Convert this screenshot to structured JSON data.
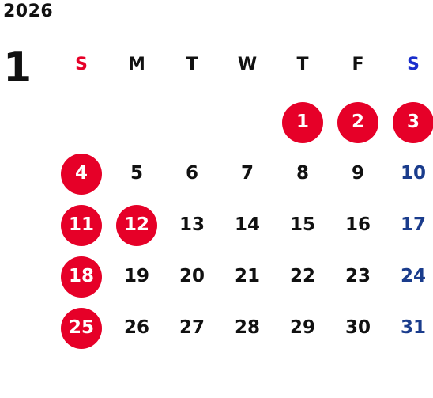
{
  "header": {
    "year": "2026",
    "month": "1"
  },
  "colors": {
    "holiday_circle": "#e60028",
    "sunday_header": "#e60028",
    "saturday_header": "#1a2ecc",
    "saturday_day": "#1a3c8c",
    "regular_text": "#111111"
  },
  "weekdays": [
    {
      "label": "S",
      "type": "sunday"
    },
    {
      "label": "M",
      "type": "weekday"
    },
    {
      "label": "T",
      "type": "weekday"
    },
    {
      "label": "W",
      "type": "weekday"
    },
    {
      "label": "T",
      "type": "weekday"
    },
    {
      "label": "F",
      "type": "weekday"
    },
    {
      "label": "S",
      "type": "saturday"
    }
  ],
  "weeks": [
    [
      {
        "day": "",
        "style": "empty"
      },
      {
        "day": "",
        "style": "empty"
      },
      {
        "day": "",
        "style": "empty"
      },
      {
        "day": "",
        "style": "empty"
      },
      {
        "day": "1",
        "style": "holiday"
      },
      {
        "day": "2",
        "style": "holiday"
      },
      {
        "day": "3",
        "style": "holiday"
      }
    ],
    [
      {
        "day": "4",
        "style": "holiday"
      },
      {
        "day": "5",
        "style": "regular"
      },
      {
        "day": "6",
        "style": "regular"
      },
      {
        "day": "7",
        "style": "regular"
      },
      {
        "day": "8",
        "style": "regular"
      },
      {
        "day": "9",
        "style": "regular"
      },
      {
        "day": "10",
        "style": "saturday"
      }
    ],
    [
      {
        "day": "11",
        "style": "holiday"
      },
      {
        "day": "12",
        "style": "holiday"
      },
      {
        "day": "13",
        "style": "regular"
      },
      {
        "day": "14",
        "style": "regular"
      },
      {
        "day": "15",
        "style": "regular"
      },
      {
        "day": "16",
        "style": "regular"
      },
      {
        "day": "17",
        "style": "saturday"
      }
    ],
    [
      {
        "day": "18",
        "style": "holiday"
      },
      {
        "day": "19",
        "style": "regular"
      },
      {
        "day": "20",
        "style": "regular"
      },
      {
        "day": "21",
        "style": "regular"
      },
      {
        "day": "22",
        "style": "regular"
      },
      {
        "day": "23",
        "style": "regular"
      },
      {
        "day": "24",
        "style": "saturday"
      }
    ],
    [
      {
        "day": "25",
        "style": "holiday"
      },
      {
        "day": "26",
        "style": "regular"
      },
      {
        "day": "27",
        "style": "regular"
      },
      {
        "day": "28",
        "style": "regular"
      },
      {
        "day": "29",
        "style": "regular"
      },
      {
        "day": "30",
        "style": "regular"
      },
      {
        "day": "31",
        "style": "saturday"
      }
    ]
  ]
}
